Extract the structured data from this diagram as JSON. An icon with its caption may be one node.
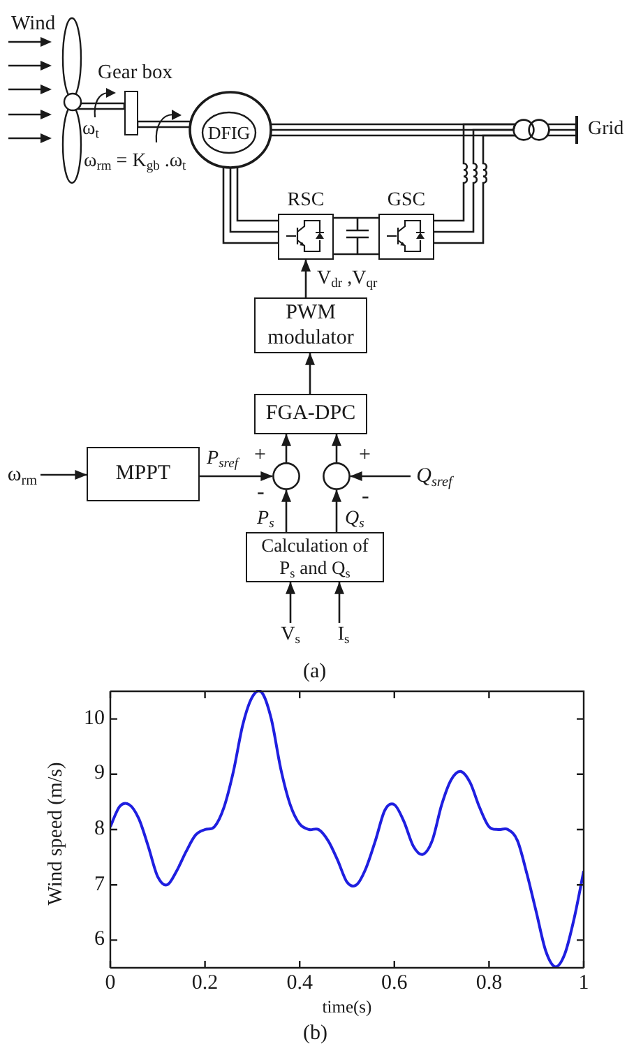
{
  "diagram": {
    "nodes": [
      {
        "text": [],
        "shape": "picture"
      },
      {
        "text": [],
        "shape": "box",
        "beside": [
          "Gear box"
        ]
      },
      {
        "text": [
          "DFIG"
        ]
      },
      {
        "text": [],
        "shape": "circle"
      },
      {
        "text": [
          "Grid"
        ]
      },
      {
        "text": [
          "RSC"
        ]
      },
      {
        "text": [
          "GSC"
        ]
      },
      {
        "text": [
          "PWM modulator"
        ]
      },
      {
        "text": [
          "FGA-DPC"
        ]
      },
      {
        "text": [
          "MPPT"
        ]
      },
      {
        "text": [
          "ω$_{rm}$"
        ]
      },
      {
        "text": [],
        "shape": "circle"
      },
      {
        "text": [],
        "shape": "circle"
      },
      {
        "text": [
          "Q$_{sref}$"
        ]
      },
      {
        "text": [
          "Calculation of P$_{s}$ and Q$_{s}$"
        ]
      },
      {
        "text": [
          "V$_{s}$"
        ]
      },
      {
        "text": [
          "I$_{s}$"
        ]
      }
    ],
    "edges": [
      {
        "from": 0,
        "to": 1,
        "arrow": "none"
      },
      {
        "from": 1,
        "to": 2,
        "arrow": "none"
      },
      {
        "from": 2,
        "to": 3,
        "arrow": "none"
      },
      {
        "from": 3,
        "to": 4,
        "arrow": "none"
      },
      {
        "from": 2,
        "to": 5,
        "arrow": "none"
      },
      {
        "from": 5,
        "to": 6,
        "arrow": "none"
      },
      {
        "from": 6,
        "to": 3,
        "arrow": "none"
      },
      {
        "from": 7,
        "to": 5,
        "arrow": "to",
        "label": "V$_{dr}$ ,V$_{qr}$"
      },
      {
        "from": 8,
        "to": 7,
        "arrow": "to"
      },
      {
        "from": 10,
        "to": 9,
        "arrow": "to"
      },
      {
        "from": 9,
        "to": 11,
        "arrow": "to",
        "label": "P$_{sref}$"
      },
      {
        "from": 13,
        "to": 12,
        "arrow": "to"
      },
      {
        "from": 11,
        "to": 8,
        "arrow": "to"
      },
      {
        "from": 12,
        "to": 8,
        "arrow": "to"
      },
      {
        "from": 14,
        "to": 11,
        "arrow": "to",
        "label": "P$_{s}$"
      },
      {
        "from": 14,
        "to": 12,
        "arrow": "to",
        "label": "Q$_{s}$"
      },
      {
        "from": 15,
        "to": 14,
        "arrow": "to"
      },
      {
        "from": 16,
        "to": 14,
        "arrow": "to"
      }
    ],
    "labels": [
      "Wind",
      "ω$_{t}$",
      "ω$_{rm}$ = K$_{gb}$ .ω$_{t}$",
      "+",
      "+",
      "-",
      "-",
      "(a)",
      "(b)"
    ],
    "chart_data": {
      "type": "line",
      "xlabel": "time(s)",
      "ylabel": "Wind speed (m/s)",
      "x": [
        0,
        0.02,
        0.04,
        0.06,
        0.08,
        0.1,
        0.12,
        0.14,
        0.16,
        0.18,
        0.2,
        0.22,
        0.24,
        0.26,
        0.28,
        0.3,
        0.32,
        0.34,
        0.36,
        0.38,
        0.4,
        0.42,
        0.44,
        0.46,
        0.48,
        0.5,
        0.52,
        0.54,
        0.56,
        0.58,
        0.6,
        0.62,
        0.64,
        0.66,
        0.68,
        0.7,
        0.72,
        0.74,
        0.76,
        0.78,
        0.8,
        0.82,
        0.84,
        0.86,
        0.88,
        0.9,
        0.92,
        0.94,
        0.96,
        0.98,
        1
      ],
      "series": [
        {
          "color": "#1f1fe0",
          "values": [
            8.05,
            8.42,
            8.45,
            8.2,
            7.7,
            7.15,
            7.0,
            7.25,
            7.6,
            7.9,
            8.0,
            8.05,
            8.4,
            9.05,
            9.9,
            10.4,
            10.48,
            10.0,
            9.1,
            8.45,
            8.1,
            8.0,
            8.0,
            7.8,
            7.45,
            7.05,
            7.0,
            7.3,
            7.8,
            8.35,
            8.45,
            8.15,
            7.7,
            7.55,
            7.8,
            8.45,
            8.9,
            9.05,
            8.85,
            8.4,
            8.05,
            8.0,
            8.0,
            7.8,
            7.2,
            6.5,
            5.8,
            5.52,
            5.75,
            6.4,
            7.25
          ]
        }
      ],
      "xlim": [
        0,
        1
      ],
      "ylim": [
        5.5,
        10.5
      ],
      "xticks": [
        0,
        0.2,
        0.4,
        0.6,
        0.8,
        1
      ],
      "yticks": [
        6,
        7,
        8,
        9,
        10
      ]
    }
  }
}
